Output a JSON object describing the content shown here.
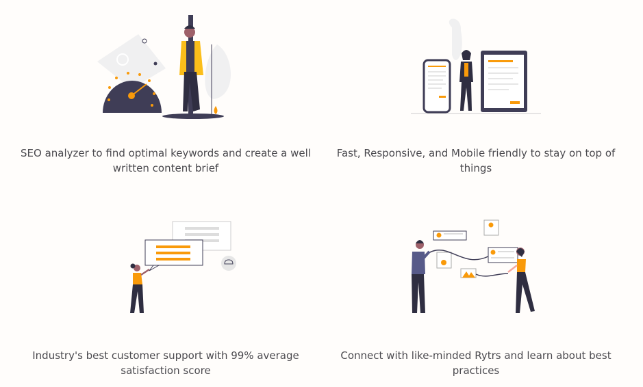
{
  "features": [
    {
      "caption": "SEO analyzer to find optimal keywords and create a well written content brief",
      "illustration": "seo-speedometer-illustration"
    },
    {
      "caption": "Fast, Responsive, and Mobile friendly to stay on top of things",
      "illustration": "mobile-responsive-illustration"
    },
    {
      "caption": "Industry's best customer support with 99% average satisfaction score",
      "illustration": "customer-support-chat-illustration"
    },
    {
      "caption": "Connect with like-minded Rytrs and learn about best practices",
      "illustration": "community-connect-illustration"
    }
  ],
  "colors": {
    "accent": "#f99a0a",
    "dark": "#3f3d56",
    "yellow": "#fbbe1a",
    "bg": "#fffdfb",
    "text": "#4b4a4f"
  }
}
